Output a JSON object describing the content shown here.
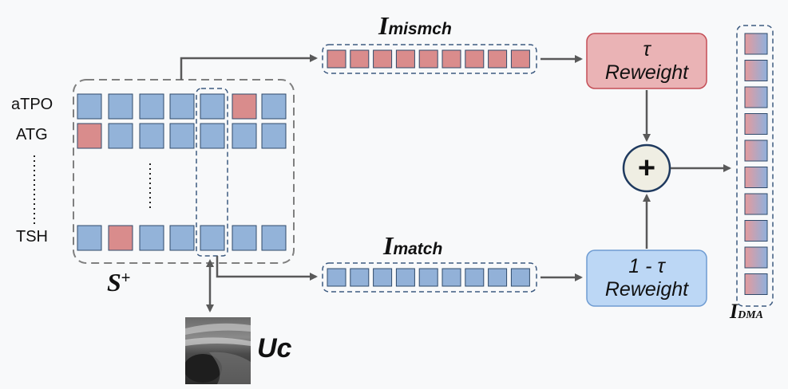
{
  "rows": {
    "labels": [
      "aTPO",
      "ATG",
      "TSH"
    ],
    "matrix": [
      [
        "blue",
        "blue",
        "blue",
        "blue",
        "blue",
        "red",
        "blue"
      ],
      [
        "red",
        "blue",
        "blue",
        "blue",
        "blue",
        "blue",
        "blue"
      ],
      [
        "blue",
        "red",
        "blue",
        "blue",
        "blue",
        "blue",
        "blue"
      ]
    ]
  },
  "labels": {
    "s_plus_main": "S",
    "s_plus_sup": "+",
    "i_mismch_main": "I",
    "i_mismch_sub": "mismch",
    "i_match_main": "I",
    "i_match_sub": "match",
    "i_dma_main": "I",
    "i_dma_sub": "DMA",
    "uc": "Uc",
    "tau_box_line1": "τ",
    "tau_box_line2": "Reweight",
    "one_minus_tau_line1": "1 - τ",
    "one_minus_tau_line2": "Reweight",
    "plus_symbol": "+"
  },
  "vectors": {
    "mismch_count": 9,
    "match_count": 9,
    "dma_count": 10
  },
  "colors": {
    "cell_blue": "#93b3d9",
    "cell_red": "#d98c8c",
    "mismch_cell": "#da8c8c",
    "match_cell": "#92b1d8",
    "tau_box_fill": "#eab3b5",
    "tau_box_border": "#c44e56",
    "one_minus_tau_fill": "#bcd7f5",
    "one_minus_tau_border": "#6f9cd2",
    "arrow": "#595959",
    "dashed_gray": "#7f7f7f",
    "dashed_blue": "#3c5a80",
    "plus_fill": "#efeee3",
    "plus_border": "#1f3a5f"
  }
}
